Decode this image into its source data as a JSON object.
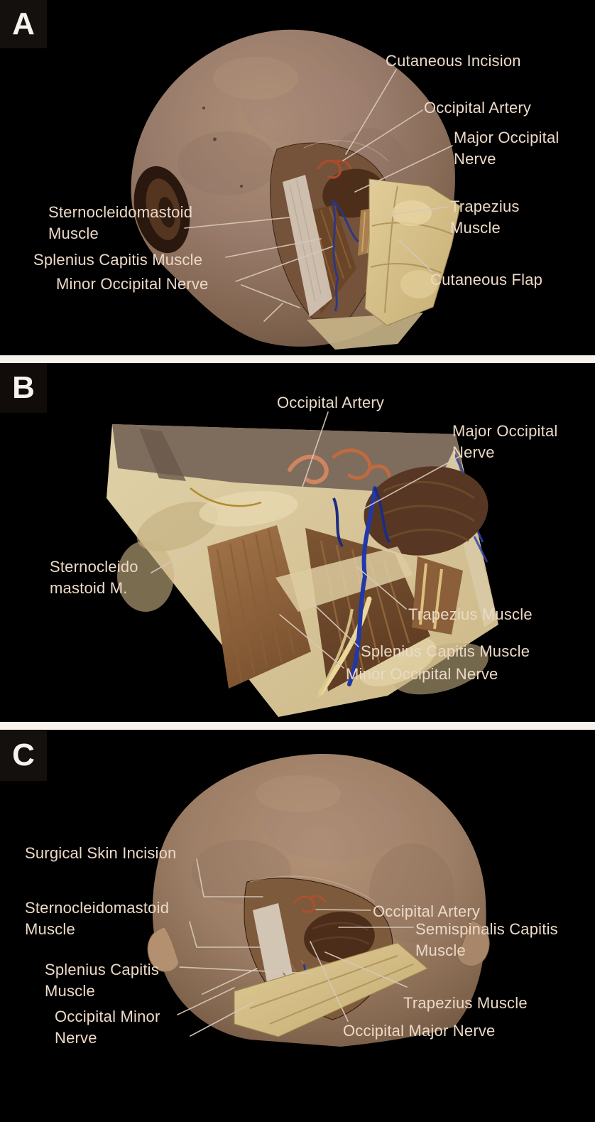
{
  "figure": {
    "type": "anatomical-dissection-figure",
    "panels": [
      {
        "letter": "A",
        "labels": [
          {
            "id": "cutaneous-incision",
            "text": "Cutaneous Incision"
          },
          {
            "id": "occipital-artery",
            "text": "Occipital Artery"
          },
          {
            "id": "major-occipital-nerve",
            "text": "Major Occipital Nerve"
          },
          {
            "id": "sternocleidomastoid-muscle",
            "text": "Sternocleidomastoid Muscle"
          },
          {
            "id": "splenius-capitis-muscle",
            "text": "Splenius Capitis Muscle"
          },
          {
            "id": "minor-occipital-nerve",
            "text": "Minor Occipital Nerve"
          },
          {
            "id": "trapezius-muscle",
            "text": "Trapezius Muscle"
          },
          {
            "id": "cutaneous-flap",
            "text": "Cutaneous Flap"
          }
        ]
      },
      {
        "letter": "B",
        "labels": [
          {
            "id": "occipital-artery",
            "text": "Occipital Artery"
          },
          {
            "id": "major-occipital-nerve",
            "text": "Major Occipital Nerve"
          },
          {
            "id": "sternocleido-mastoid-m",
            "text": "Sternocleido mastoid M."
          },
          {
            "id": "trapezius-muscle",
            "text": "Trapezius Muscle"
          },
          {
            "id": "splenius-capitis-muscle",
            "text": "Splenius Capitis Muscle"
          },
          {
            "id": "minor-occipital-nerve",
            "text": "Minor Occipital Nerve"
          }
        ]
      },
      {
        "letter": "C",
        "labels": [
          {
            "id": "surgical-skin-incision",
            "text": "Surgical Skin Incision"
          },
          {
            "id": "sternocleidomastoid-muscle",
            "text": "Sternocleidomastoid Muscle"
          },
          {
            "id": "splenius-capitis-muscle",
            "text": "Splenius Capitis Muscle"
          },
          {
            "id": "occipital-minor-nerve",
            "text": "Occipital Minor Nerve"
          },
          {
            "id": "occipital-artery",
            "text": "Occipital Artery"
          },
          {
            "id": "semispinalis-capitis-muscle",
            "text": "Semispinalis Capitis Muscle"
          },
          {
            "id": "trapezius-muscle",
            "text": "Trapezius Muscle"
          },
          {
            "id": "occipital-major-nerve",
            "text": "Occipital Major Nerve"
          }
        ]
      }
    ],
    "colors": {
      "background": "#000000",
      "separator": "#f7f3ec",
      "label_text": "#ecd9c7",
      "panel_tag_background": "#14100d",
      "panel_tag_text": "#f6f2ee",
      "leader_line": "#d6c7b8"
    }
  }
}
